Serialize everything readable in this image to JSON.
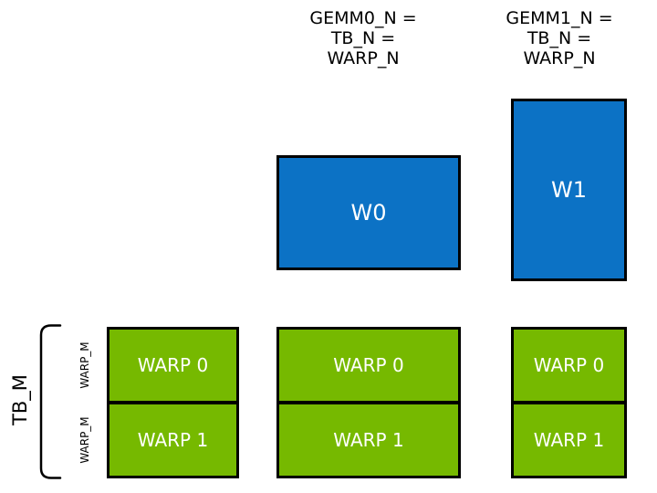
{
  "diagram": {
    "colors": {
      "blue": "#0C72C5",
      "green": "#76B900",
      "border": "#000000",
      "box_text": "#ffffff",
      "label_text": "#000000"
    },
    "top_labels": [
      {
        "lines": [
          "GEMM0_N =",
          "TB_N =",
          "WARP_N"
        ]
      },
      {
        "lines": [
          "GEMM1_N =",
          "TB_N =",
          "WARP_N"
        ]
      }
    ],
    "blue_tiles": [
      {
        "label": "W0"
      },
      {
        "label": "W1"
      }
    ],
    "left_annotation": {
      "bracket_label": "TB_M",
      "row_labels": [
        "WARP_M",
        "WARP_M"
      ]
    },
    "warp_columns": [
      {
        "rows": [
          "WARP 0",
          "WARP 1"
        ]
      },
      {
        "rows": [
          "WARP 0",
          "WARP 1"
        ]
      },
      {
        "rows": [
          "WARP 0",
          "WARP 1"
        ]
      }
    ]
  }
}
